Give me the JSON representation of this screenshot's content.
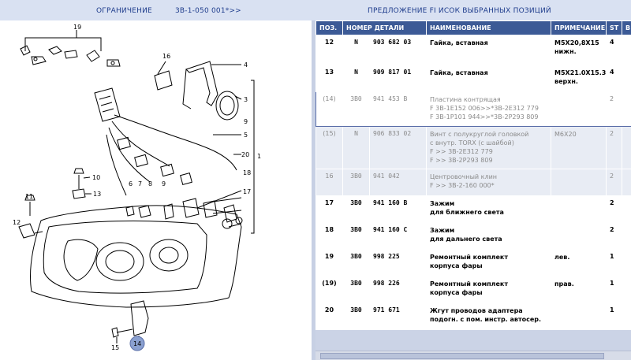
{
  "header": {
    "restriction_label": "ОГРАНИЧЕНИЕ",
    "restriction_value": "3B-1-050 001*>>",
    "right_title": "ПРЕДЛОЖЕНИЕ FI   ИСОК ВЫБРАННЫХ ПОЗИЦИЙ"
  },
  "drawing": {
    "callouts": [
      "19",
      "16",
      "4",
      "3",
      "9",
      "5",
      "1",
      "20",
      "10",
      "6",
      "7",
      "8",
      "9",
      "18",
      "11",
      "13",
      "17",
      "12",
      "15",
      "14"
    ]
  },
  "table": {
    "headers": [
      "ПОЗ.",
      "НОМЕР ДЕТАЛИ",
      "НАИМЕНОВАНИЕ",
      "ПРИМЕЧАНИЕ",
      "ST",
      "В"
    ],
    "rows": [
      {
        "state": "normal",
        "pos": "12",
        "pref": "N",
        "number": "903 682 03",
        "name": [
          "Гайка, вставная"
        ],
        "note": [
          "M5X20,8X15",
          "нижн."
        ],
        "st": "4",
        "extra": ""
      },
      {
        "state": "normal",
        "pos": "13",
        "pref": "N",
        "number": "909 817 01",
        "name": [
          "Гайка, вставная"
        ],
        "note": [
          "M5X21.0X15.3",
          "верхн."
        ],
        "st": "4",
        "extra": ""
      },
      {
        "state": "selected",
        "pos": "(14)",
        "pref": "3B0",
        "number": "941 453 B",
        "name": [
          "Пластина контрящая",
          "F 3B-1E152 006>>*3B-2E312 779",
          "F 3B-1P101 944>>*3B-2P293 809"
        ],
        "note": [
          ""
        ],
        "st": "2",
        "extra": ""
      },
      {
        "state": "gray",
        "pos": "(15)",
        "pref": "N",
        "number": "906 833 02",
        "name": [
          "Винт с полукруглой головкой",
          "с внутр. TORX (с шайбой)",
          "F              >> 3B-2E312 779",
          "F              >> 3B-2P293 809"
        ],
        "note": [
          "M6X20"
        ],
        "st": "2",
        "extra": ""
      },
      {
        "state": "gray",
        "pos": "16",
        "pref": "3B0",
        "number": "941 042",
        "name": [
          "Центровочный клин",
          "F              >> 3B-2-160 000*"
        ],
        "note": [
          ""
        ],
        "st": "2",
        "extra": ""
      },
      {
        "state": "normal",
        "pos": "17",
        "pref": "3B0",
        "number": "941 160 B",
        "name": [
          "Зажим",
          "для ближнего света"
        ],
        "note": [
          ""
        ],
        "st": "2",
        "extra": ""
      },
      {
        "state": "normal",
        "pos": "18",
        "pref": "3B0",
        "number": "941 160 C",
        "name": [
          "Зажим",
          "для дальнего света"
        ],
        "note": [
          ""
        ],
        "st": "2",
        "extra": ""
      },
      {
        "state": "normal",
        "pos": "19",
        "pref": "3B0",
        "number": "998 225",
        "name": [
          "Ремонтный комплект",
          "корпуса фары"
        ],
        "note": [
          "лев."
        ],
        "st": "1",
        "extra": ""
      },
      {
        "state": "normal",
        "pos": "(19)",
        "pref": "3B0",
        "number": "998 226",
        "name": [
          "Ремонтный комплект",
          "корпуса фары"
        ],
        "note": [
          "прав."
        ],
        "st": "1",
        "extra": ""
      },
      {
        "state": "normal",
        "pos": "20",
        "pref": "3B0",
        "number": "971 671",
        "name": [
          "Жгут проводов адаптера",
          "подогн. с пом. инстр. автосер."
        ],
        "note": [
          ""
        ],
        "st": "1",
        "extra": ""
      }
    ]
  }
}
